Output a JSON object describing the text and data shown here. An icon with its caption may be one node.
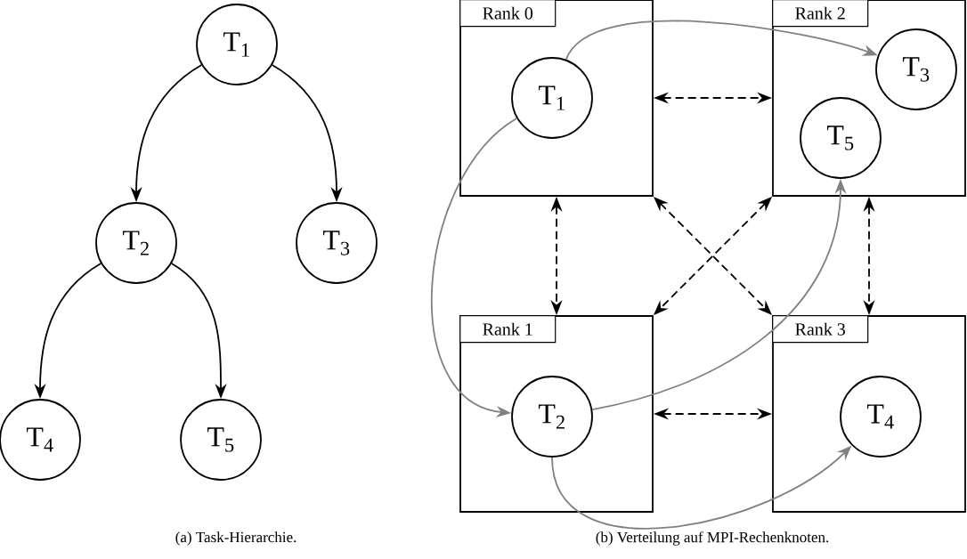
{
  "diagram": {
    "nodes": [
      {
        "text": [
          "T$_{1}$"
        ]
      },
      {
        "text": [
          "T$_{2}$"
        ]
      },
      {
        "text": [
          "T$_{3}$"
        ]
      },
      {
        "text": [
          "T$_{4}$"
        ]
      },
      {
        "text": [
          "T$_{5}$"
        ]
      },
      {
        "text": [
          "Rank 0"
        ]
      },
      {
        "text": [
          "T$_{1}$"
        ],
        "in": 5
      },
      {
        "text": [
          "Rank 2"
        ]
      },
      {
        "text": [
          "T$_{3}$"
        ],
        "in": 7
      },
      {
        "text": [
          "T$_{5}$"
        ],
        "in": 7
      },
      {
        "text": [
          "Rank 1"
        ]
      },
      {
        "text": [
          "T$_{2}$"
        ],
        "in": 10
      },
      {
        "text": [
          "Rank 3"
        ]
      },
      {
        "text": [
          "T$_{4}$"
        ],
        "in": 12
      }
    ],
    "edges": [
      {
        "from": 0,
        "to": 1,
        "arrow": "to"
      },
      {
        "from": 0,
        "to": 2,
        "arrow": "to"
      },
      {
        "from": 1,
        "to": 3,
        "arrow": "to"
      },
      {
        "from": 1,
        "to": 4,
        "arrow": "to"
      },
      {
        "from": 5,
        "to": 7,
        "arrow": "both",
        "style": "dashed"
      },
      {
        "from": 5,
        "to": 10,
        "arrow": "both",
        "style": "dashed"
      },
      {
        "from": 7,
        "to": 12,
        "arrow": "both",
        "style": "dashed"
      },
      {
        "from": 10,
        "to": 12,
        "arrow": "both",
        "style": "dashed"
      },
      {
        "from": 5,
        "to": 12,
        "arrow": "both",
        "style": "dashed"
      },
      {
        "from": 7,
        "to": 10,
        "arrow": "both",
        "style": "dashed"
      },
      {
        "from": 6,
        "to": 8,
        "arrow": "to",
        "color": "#808080"
      },
      {
        "from": 6,
        "to": 11,
        "arrow": "to",
        "color": "#808080"
      },
      {
        "from": 11,
        "to": 9,
        "arrow": "to",
        "color": "#808080"
      },
      {
        "from": 11,
        "to": 13,
        "arrow": "to",
        "color": "#808080"
      }
    ],
    "labels": [
      "(a) Task-Hierarchie.",
      "(b) Verteilung auf MPI-Rechenknoten."
    ]
  }
}
